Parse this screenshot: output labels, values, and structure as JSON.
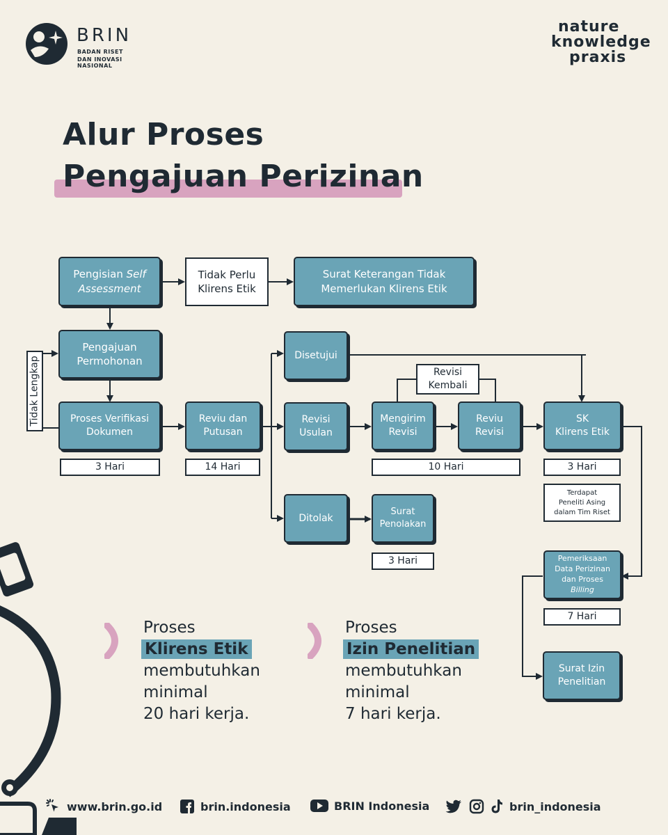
{
  "header": {
    "logo_name": "BRIN",
    "logo_sub_1": "BADAN RISET",
    "logo_sub_2": "DAN INOVASI NASIONAL",
    "brand_line_1": "nature",
    "brand_line_2": "knowledge",
    "brand_line_3": "praxis"
  },
  "title": {
    "line1": "Alur Proses",
    "line2": "Pengajuan Perizinan"
  },
  "flow": {
    "self_assessment_pre": "Pengisian ",
    "self_assessment_em": "Self",
    "self_assessment_em2": "Assessment",
    "tidak_perlu_1": "Tidak Perlu",
    "tidak_perlu_2": "Klirens Etik",
    "surat_ket_1": "Surat Keterangan Tidak",
    "surat_ket_2": "Memerlukan Klirens Etik",
    "pengajuan_1": "Pengajuan",
    "pengajuan_2": "Permohonan",
    "tidak_lengkap": "Tidak Lengkap",
    "verifikasi_1": "Proses Verifikasi",
    "verifikasi_2": "Dokumen",
    "verifikasi_days": "3 Hari",
    "reviu_putusan_1": "Reviu dan",
    "reviu_putusan_2": "Putusan",
    "reviu_putusan_days": "14 Hari",
    "disetujui": "Disetujui",
    "revisi_usulan_1": "Revisi",
    "revisi_usulan_2": "Usulan",
    "ditolak": "Ditolak",
    "surat_penolakan_1": "Surat",
    "surat_penolakan_2": "Penolakan",
    "surat_penolakan_days": "3 Hari",
    "revisi_kembali_1": "Revisi",
    "revisi_kembali_2": "Kembali",
    "mengirim_revisi_1": "Mengirim",
    "mengirim_revisi_2": "Revisi",
    "reviu_revisi_1": "Reviu",
    "reviu_revisi_2": "Revisi",
    "revisi_days": "10 Hari",
    "sk_1": "SK",
    "sk_2": "Klirens Etik",
    "sk_days": "3 Hari",
    "asing_1": "Terdapat",
    "asing_2": "Peneliti Asing",
    "asing_3": "dalam Tim Riset",
    "pemeriksaan_1": "Pemeriksaan",
    "pemeriksaan_2": "Data Perizinan",
    "pemeriksaan_3": "dan Proses",
    "pemeriksaan_4": "Billing",
    "pemeriksaan_days": "7 Hari",
    "surat_izin_1": "Surat Izin",
    "surat_izin_2": "Penelitian"
  },
  "notes": {
    "left": {
      "l1": "Proses",
      "hl": "Klirens Etik",
      "l3": "membutuhkan",
      "l4": "minimal",
      "l5": "20 hari kerja."
    },
    "right": {
      "l1": "Proses",
      "hl": "Izin Penelitian",
      "l3": "membutuhkan",
      "l4": "minimal",
      "l5": "7 hari kerja."
    }
  },
  "footer": {
    "web": "www.brin.go.id",
    "facebook": "brin.indonesia",
    "youtube": "BRIN Indonesia",
    "social": "brin_indonesia"
  },
  "colors": {
    "box": "#6aa4b6",
    "dark": "#1f2a33",
    "background": "#f4f0e6",
    "pink": "#d8a3bf"
  }
}
